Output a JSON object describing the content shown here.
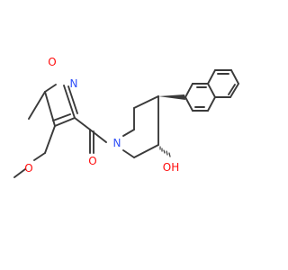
{
  "molecule": {
    "colors": {
      "bond": "#3a3a3a",
      "oxygen": "#ff0d0d",
      "nitrogen": "#3050f8"
    },
    "atoms": {
      "methoxy_oxygen": "O",
      "isoxazole_oxygen": "O",
      "isoxazole_nitrogen": "N",
      "carbonyl_oxygen": "O",
      "piperidine_nitrogen": "N",
      "hydroxyl": "OH"
    }
  }
}
